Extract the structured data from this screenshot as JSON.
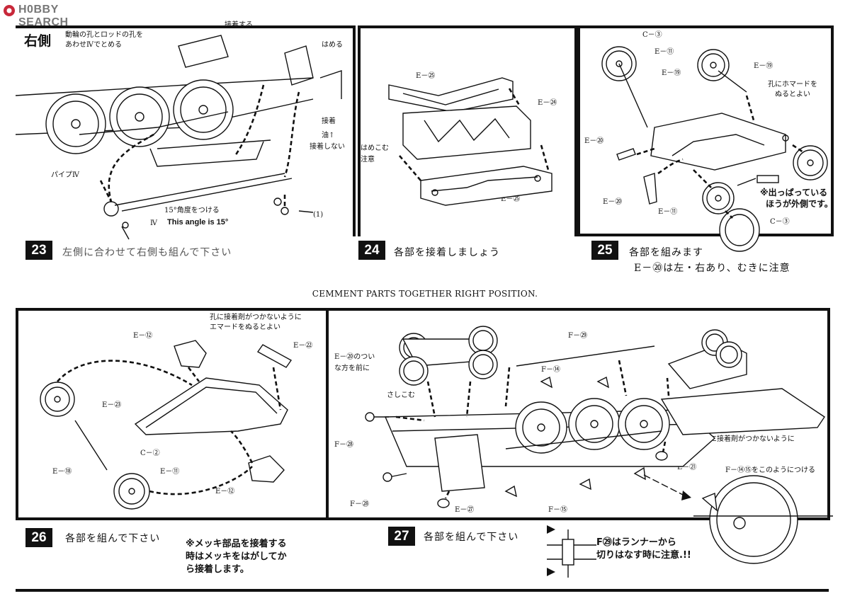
{
  "watermark": {
    "logo": "H0BBY SEARCH"
  },
  "center_note": "CEMMENT PARTS TOGETHER RIGHT POSITION.",
  "steps": [
    {
      "num": "23",
      "caption": "左側に合わせて右側も組んで下さい",
      "title": "右側",
      "labels": [
        "動輪の孔とロッドの孔を",
        "あわせⅣでとめる",
        "接着する",
        "はめる",
        "接着",
        "接着しない",
        "油↑",
        "パイプⅣ",
        "15°角度をつける",
        "This angle is 15°",
        "Ⅳ",
        "(1)"
      ]
    },
    {
      "num": "24",
      "caption": "各部を接着しましょう",
      "labels": [
        "E－㉕",
        "E－㉔",
        "はめこむ",
        "注意",
        "E－㉕"
      ]
    },
    {
      "num": "25",
      "caption": "各部を組みます",
      "caption2": "E－⑳は左・右あり、むきに注意",
      "labels": [
        "C－③",
        "E－⑪",
        "E－⑲",
        "E－⑲",
        "孔にホマードを",
        "ぬるとよい",
        "E－⑳",
        "E－⑳",
        "E－⑪",
        "C－③"
      ],
      "note": [
        "※出っぱっている",
        "ほうが外側です。"
      ]
    },
    {
      "num": "26",
      "caption": "各部を組んで下さい",
      "labels": [
        "孔に接着剤がつかないように",
        "エマードをぬるとよい",
        "E－⑫",
        "E－㉒",
        "E－㉓",
        "E－⑱",
        "C－②",
        "E－⑪",
        "E－⑫"
      ],
      "note": [
        "※メッキ部品を接着する",
        "時はメッキをはがしてか",
        "ら接着します。"
      ]
    },
    {
      "num": "27",
      "caption": "各部を組んで下さい",
      "labels": [
        "E－⑳のつい",
        "な方を前に",
        "F－㉙",
        "F－⑭",
        "さしこむ",
        "F－㉘",
        "F－㉘",
        "E－㉗",
        "F－⑮",
        "E－㉑",
        "さしこむ孔に接着剤がつかないように",
        "F－⑭⑮をこのようにつける"
      ],
      "note": [
        "F㉙はランナーから",
        "切りはなす時に注意.!!"
      ]
    }
  ]
}
